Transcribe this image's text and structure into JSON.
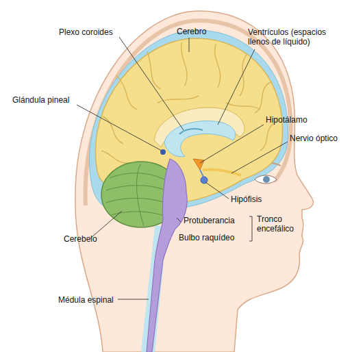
{
  "diagram": {
    "labels": [
      "Cerebro",
      "Plexo coroides",
      "Ventrículos (espacios llenos de líquido)",
      "Glándula pineal",
      "Hipotálamo",
      "Nervio óptico",
      "Hipófisis",
      "Protuberancia",
      "Tronco encefálico",
      "Bulbo raquídeo",
      "Cerebelo",
      "Médula espinal"
    ]
  }
}
